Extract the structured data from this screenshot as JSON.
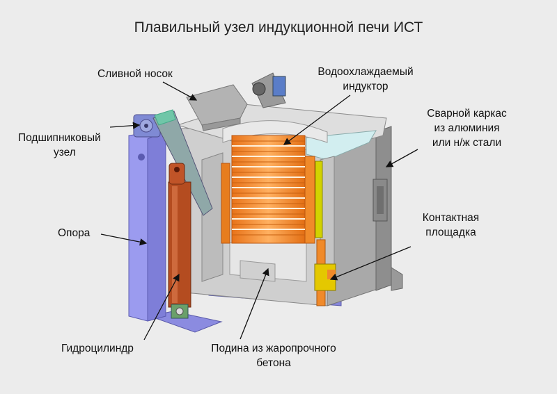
{
  "title": "Плавильный узел индукционной печи ИСТ",
  "labels": {
    "spout": "Сливной носок",
    "inductor_l1": "Водоохлаждаемый",
    "inductor_l2": "индуктор",
    "frame_l1": "Сварной каркас",
    "frame_l2": "из алюминия",
    "frame_l3": "или н/ж стали",
    "bearing_l1": "Подшипниковый",
    "bearing_l2": "узел",
    "support": "Опора",
    "contact_l1": "Контактная",
    "contact_l2": "площадка",
    "hydro": "Гидроцилиндр",
    "hearth_l1": "Подина из жаропрочного",
    "hearth_l2": "бетона"
  },
  "colors": {
    "background": "#ececec",
    "support": "#8f8fe8",
    "inductor": "#f58a25",
    "cylinder": "#b84a1e",
    "frame": "#b9b9b9",
    "lining": "#e3e3e3"
  }
}
